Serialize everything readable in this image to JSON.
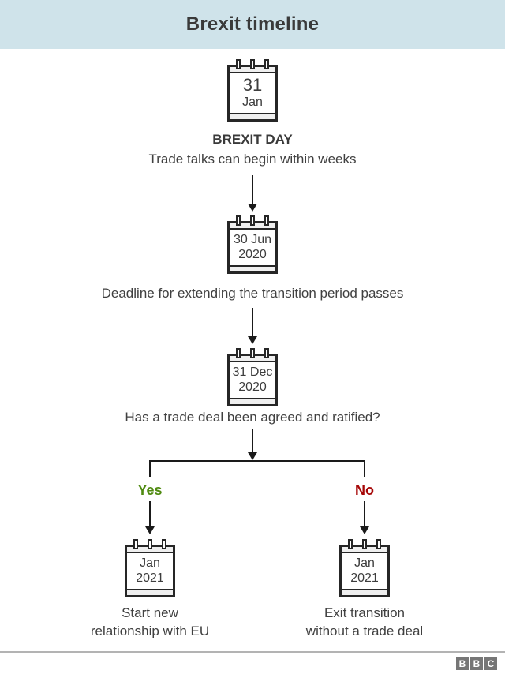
{
  "header": {
    "title": "Brexit timeline",
    "bg_color": "#cfe3ea"
  },
  "steps": [
    {
      "calendar": [
        "31",
        "Jan"
      ],
      "title": "BREXIT DAY",
      "caption": "Trade talks can begin within weeks"
    },
    {
      "calendar": [
        "30 Jun",
        "2020"
      ],
      "caption": "Deadline for extending the transition period passes"
    },
    {
      "calendar": [
        "31 Dec",
        "2020"
      ],
      "caption": "Has a trade deal been agreed and ratified?"
    }
  ],
  "branches": [
    {
      "label": "Yes",
      "label_color": "#4f8a10",
      "calendar": [
        "Jan",
        "2021"
      ],
      "caption_lines": [
        "Start new",
        "relationship with EU"
      ]
    },
    {
      "label": "No",
      "label_color": "#a60606",
      "calendar": [
        "Jan",
        "2021"
      ],
      "caption_lines": [
        "Exit transition",
        "without a trade deal"
      ]
    }
  ],
  "footer": {
    "logo_letters": [
      "B",
      "B",
      "C"
    ]
  },
  "colors": {
    "line": "#1a1a1a",
    "text": "#404040",
    "footer_rule": "#b3b3b3"
  }
}
